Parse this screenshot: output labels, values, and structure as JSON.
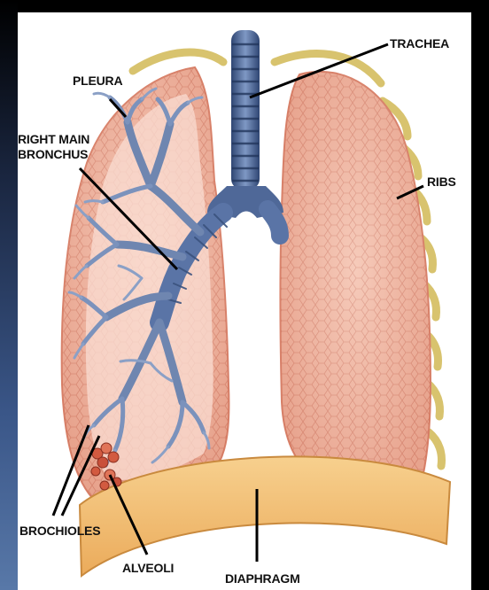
{
  "labels": {
    "trachea": "TRACHEA",
    "pleura": "PLEURA",
    "right_main_bronchus_line1": "RIGHT MAIN",
    "right_main_bronchus_line2": "BRONCHUS",
    "ribs": "RIBS",
    "brochioles": "BROCHIOLES",
    "alveoli": "ALVEOLI",
    "diaphragm": "DIAPHRAGM"
  },
  "colors": {
    "lung_fill": "#f3b9a3",
    "lung_edge": "#d9826a",
    "lung_inner": "#f8d5c8",
    "bronchi": "#6f86b0",
    "bronchi_dark": "#3f557e",
    "trachea": "#5a74a6",
    "rib": "#e1cf7f",
    "diaphragm": "#f4c27a",
    "alveoli": "#d25a40",
    "leader_line": "#000000"
  }
}
